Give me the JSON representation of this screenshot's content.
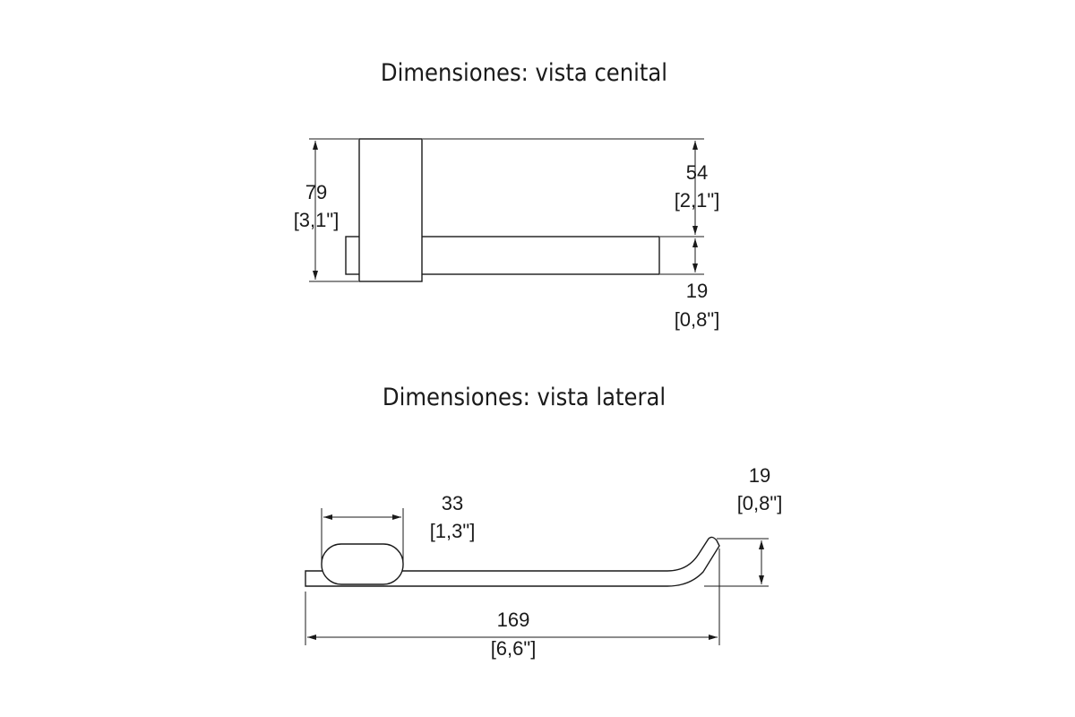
{
  "top_view": {
    "title": "Dimensiones: vista cenital",
    "height_total": {
      "mm": "79",
      "inch": "[3,1\"]"
    },
    "depth_back": {
      "mm": "54",
      "inch": "[2,1\"]"
    },
    "bar_thickness": {
      "mm": "19",
      "inch": "[0,8\"]"
    }
  },
  "side_view": {
    "title": "Dimensiones: vista lateral",
    "base_width": {
      "mm": "33",
      "inch": "[1,3\"]"
    },
    "tip_height": {
      "mm": "19",
      "inch": "[0,8\"]"
    },
    "total_length": {
      "mm": "169",
      "inch": "[6,6\"]"
    }
  }
}
